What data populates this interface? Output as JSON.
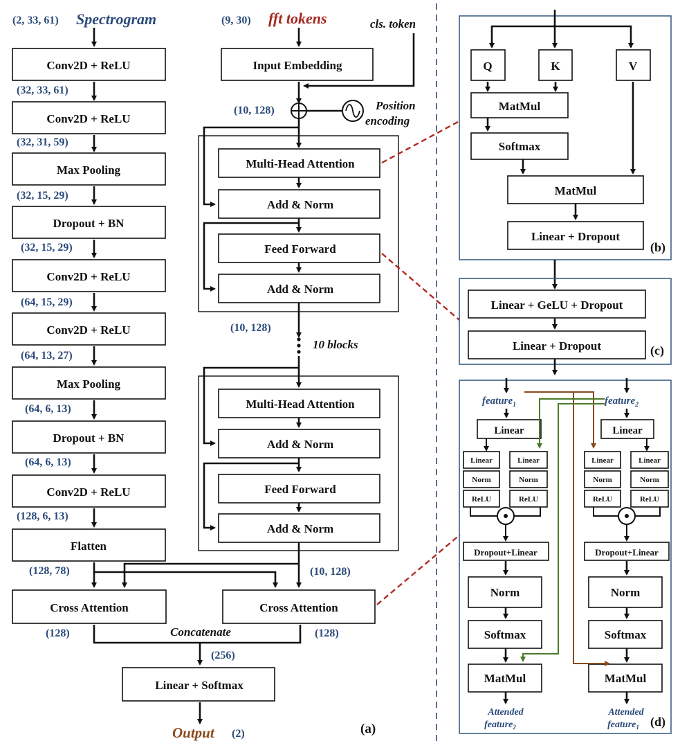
{
  "colors": {
    "shape_text": "#2b4a7a",
    "fft_tokens": "#a4261e",
    "output": "#8a4a1c",
    "panel_border": "#3d5f86",
    "dashed_connector": "#b02a22",
    "brown_route": "#8a4a1c",
    "green_route": "#4a7a2a"
  },
  "panel_a": {
    "label": "(a)",
    "cnn": {
      "input_shape": "(2, 33, 61)",
      "input_label": "Spectrogram",
      "layers": [
        "Conv2D + ReLU",
        "Conv2D + ReLU",
        "Max Pooling",
        "Dropout + BN",
        "Conv2D + ReLU",
        "Conv2D + ReLU",
        "Max Pooling",
        "Dropout + BN",
        "Conv2D + ReLU",
        "Flatten"
      ],
      "shapes": [
        "(32, 33, 61)",
        "(32, 31, 59)",
        "(32, 15, 29)",
        "(32, 15, 29)",
        "(64, 15, 29)",
        "(64, 13, 27)",
        "(64, 6, 13)",
        "(64, 6, 13)",
        "(128, 6, 13)",
        "(128, 78)"
      ]
    },
    "transformer": {
      "input_shape": "(9, 30)",
      "input_label": "fft tokens",
      "cls_token": "cls. token",
      "input_embedding": "Input Embedding",
      "after_add_shape": "(10, 128)",
      "position_encoding_l1": "Position",
      "position_encoding_l2": "encoding",
      "block1": [
        "Multi-Head Attention",
        "Add & Norm",
        "Feed Forward",
        "Add & Norm"
      ],
      "block_out_shape": "(10, 128)",
      "blocks_label": "10 blocks",
      "block2": [
        "Multi-Head Attention",
        "Add & Norm",
        "Feed Forward",
        "Add & Norm"
      ],
      "final_shape": "(10, 128)"
    },
    "fusion": {
      "cross_attention_left": "Cross Attention",
      "cross_attention_right": "Cross Attention",
      "left_out_shape": "(128)",
      "right_out_shape": "(128)",
      "concatenate": "Concatenate",
      "concat_shape": "(256)",
      "head": "Linear + Softmax",
      "output_label": "Output",
      "output_shape": "(2)"
    }
  },
  "panel_b": {
    "label": "(b)",
    "q": "Q",
    "k": "K",
    "v": "V",
    "matmul1": "MatMul",
    "softmax": "Softmax",
    "matmul2": "MatMul",
    "linear_dropout": "Linear + Dropout"
  },
  "panel_c": {
    "label": "(c)",
    "row1": "Linear + GeLU + Dropout",
    "row2": "Linear + Dropout"
  },
  "panel_d": {
    "label": "(d)",
    "feature_word": "feature",
    "sub1": "1",
    "sub2": "2",
    "linear": "Linear",
    "small_linear": "Linear",
    "small_norm": "Norm",
    "small_relu": "ReLU",
    "odot": "⊙",
    "dropout_linear": "Dropout+Linear",
    "norm": "Norm",
    "softmax": "Softmax",
    "matmul": "MatMul",
    "attended_word": "Attended"
  }
}
